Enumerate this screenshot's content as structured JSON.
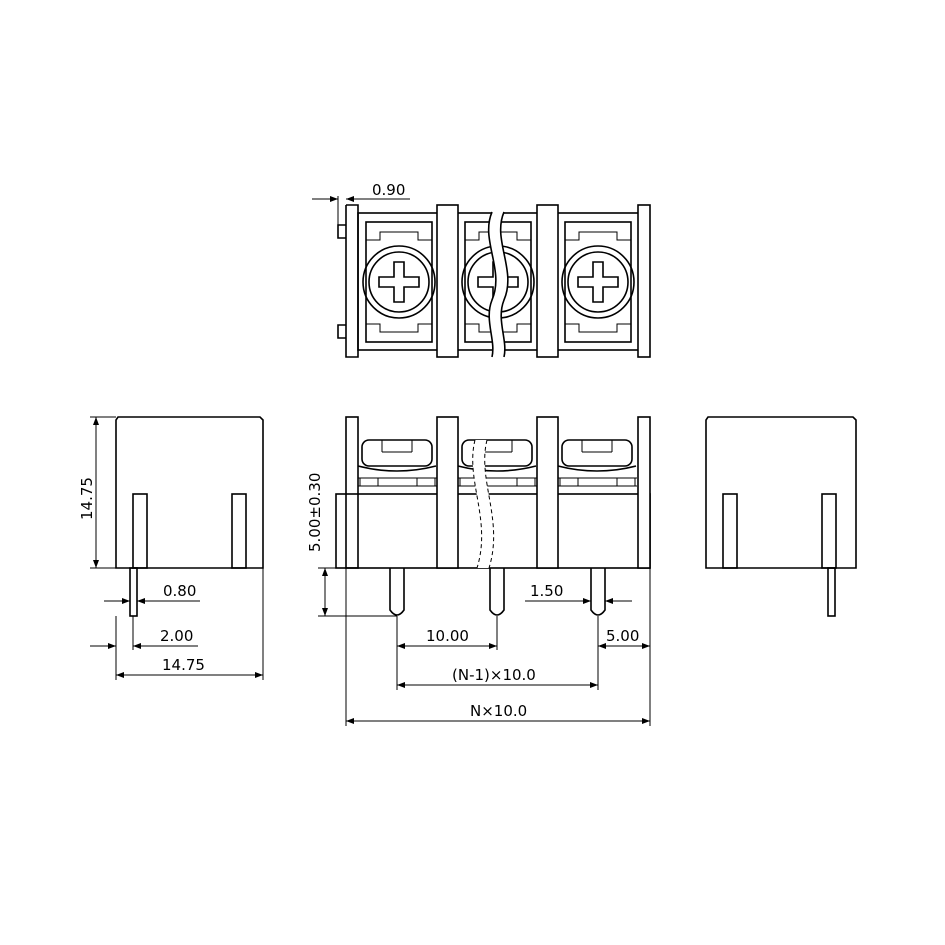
{
  "dimensions": {
    "top_offset": "0.90",
    "height": "14.75",
    "pin_width": "0.80",
    "pin_offset": "2.00",
    "width": "14.75",
    "pin_length": "5.00±0.30",
    "pitch": "10.00",
    "span": "(N-1)×10.0",
    "total": "N×10.0",
    "pin_dia": "1.50",
    "edge": "5.00"
  },
  "colors": {
    "line": "#000000",
    "background": "#ffffff"
  }
}
